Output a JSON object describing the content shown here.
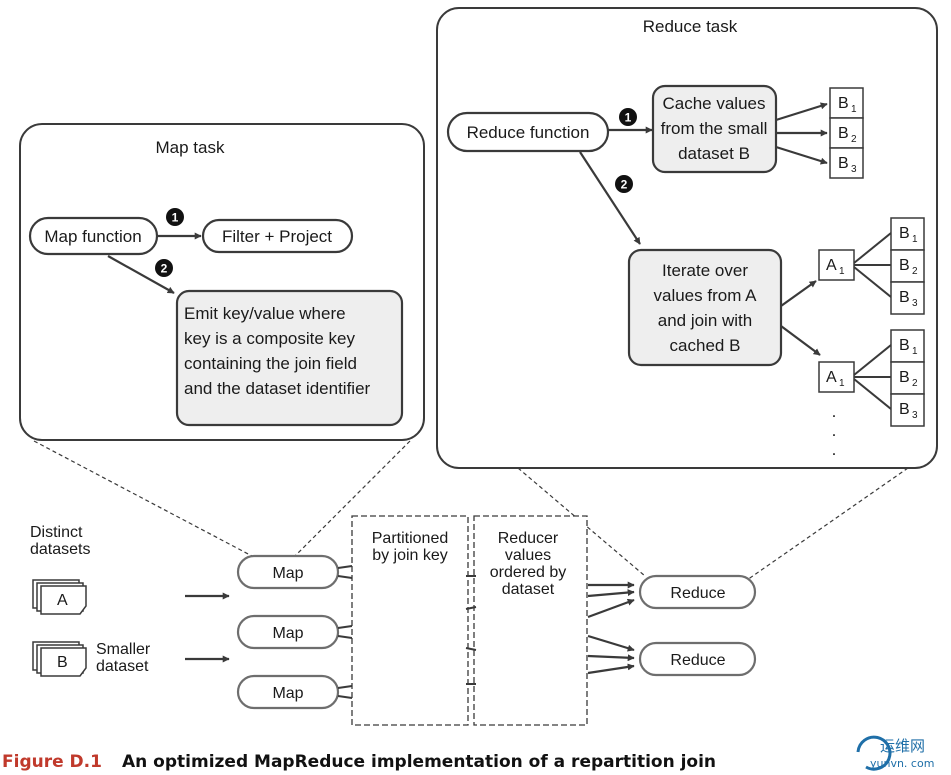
{
  "map_task": {
    "title": "Map task",
    "map_function": "Map function",
    "filter_project": "Filter + Project",
    "emit_lines": [
      "Emit key/value where",
      "key is a composite key",
      "containing the join field",
      "and the dataset identifier"
    ]
  },
  "reduce_task": {
    "title": "Reduce task",
    "reduce_function": "Reduce function",
    "cache_lines": [
      "Cache values",
      "from the small",
      "dataset B"
    ],
    "iterate_lines": [
      "Iterate over",
      "values from A",
      "and join with",
      "cached B"
    ]
  },
  "badges": [
    "1",
    "2"
  ],
  "letters": {
    "a": "A",
    "b": "B"
  },
  "subscripts": [
    "1",
    "2",
    "3"
  ],
  "ellipsis": ".",
  "pipeline": {
    "distinct_datasets": [
      "Distinct",
      "datasets"
    ],
    "smaller_dataset": [
      "Smaller",
      "dataset"
    ],
    "map_label": "Map",
    "partitioned": [
      "Partitioned",
      "by join key"
    ],
    "reducer_values": [
      "Reducer",
      "values",
      "ordered by",
      "dataset"
    ],
    "reduce_label": "Reduce"
  },
  "caption": {
    "label": "Figure D.1",
    "text": "An optimized MapReduce implementation of a repartition join"
  },
  "watermark": {
    "cn": "运维网",
    "url": "yunvn. com"
  },
  "colors": {
    "caption_label": "#c0392b",
    "watermark": "#1f6fa8",
    "node_fill": "#eeeeee"
  }
}
